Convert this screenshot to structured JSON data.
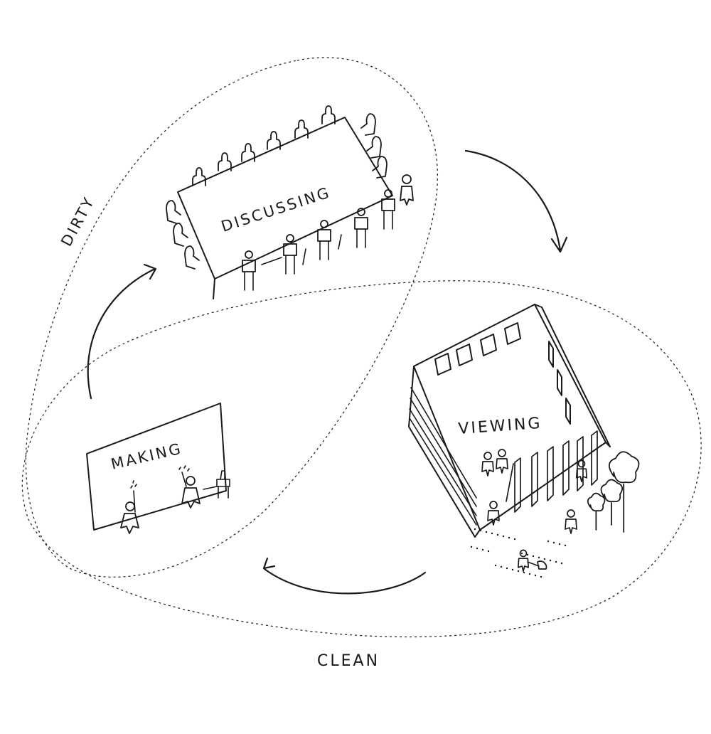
{
  "labels": {
    "dirty": "DIRTY",
    "clean": "CLEAN",
    "discussing": "DISCUSSING",
    "viewing": "VIEWING",
    "making": "MAKING"
  },
  "colors": {
    "ink": "#1a1a1a",
    "background": "#ffffff"
  }
}
